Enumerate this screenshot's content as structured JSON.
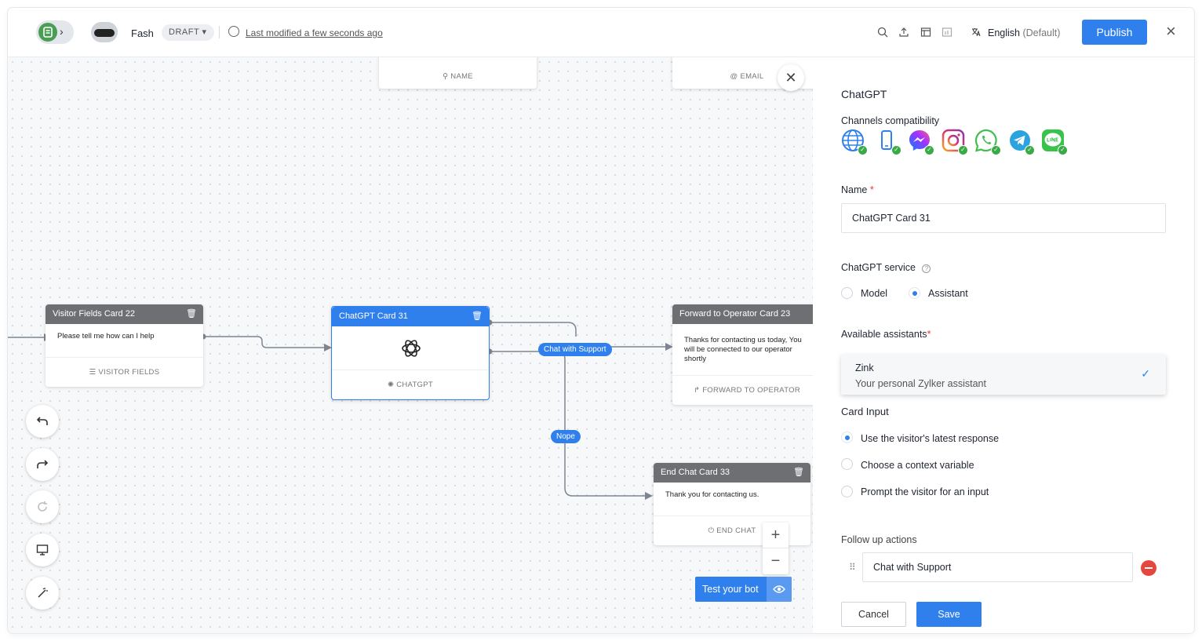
{
  "header": {
    "bot_name": "Fash",
    "status": "DRAFT ▾",
    "last_modified": "Last modified a few seconds ago",
    "language": "English",
    "language_default": "(Default)",
    "publish_label": "Publish"
  },
  "canvas": {
    "cards": {
      "name_card_footer": "NAME",
      "email_card_footer": "EMAIL",
      "visitor_fields": {
        "title": "Visitor Fields Card 22",
        "body": "Please tell me how can I help",
        "footer": "VISITOR FIELDS"
      },
      "chatgpt": {
        "title": "ChatGPT Card 31",
        "footer": "CHATGPT"
      },
      "forward": {
        "title": "Forward to Operator Card 23",
        "body": "Thanks for contacting us today, You will be connected to our operator shortly",
        "footer": "FORWARD TO OPERATOR"
      },
      "end_chat": {
        "title": "End Chat Card 33",
        "body": "Thank you for contacting us.",
        "footer": "END CHAT"
      }
    },
    "edges": {
      "chat_with_support": "Chat with Support",
      "nope": "Nope"
    },
    "test_bot_label": "Test your bot",
    "zoom_in": "+",
    "zoom_out": "−"
  },
  "panel": {
    "title": "ChatGPT",
    "channels_label": "Channels compatibility",
    "channels": [
      "website-icon",
      "mobile-icon",
      "messenger-icon",
      "instagram-icon",
      "whatsapp-icon",
      "telegram-icon",
      "line-icon"
    ],
    "name_label": "Name",
    "name_value": "ChatGPT Card 31",
    "service_label": "ChatGPT service",
    "service_options": [
      "Model",
      "Assistant"
    ],
    "service_selected": "Assistant",
    "assistants_label": "Available assistants",
    "assistant_name": "Zink",
    "assistant_desc": "Your personal Zylker assistant",
    "card_input_label": "Card Input",
    "card_input_options": [
      "Use the visitor's latest response",
      "Choose a context variable",
      "Prompt the visitor for an input"
    ],
    "follow_up_label": "Follow up actions",
    "follow_up_value": "Chat with Support",
    "cancel_label": "Cancel",
    "save_label": "Save"
  },
  "colors": {
    "accent": "#2f80ed",
    "card_header": "#6d6f72",
    "danger": "#e6473d",
    "success": "#3aaa47"
  }
}
